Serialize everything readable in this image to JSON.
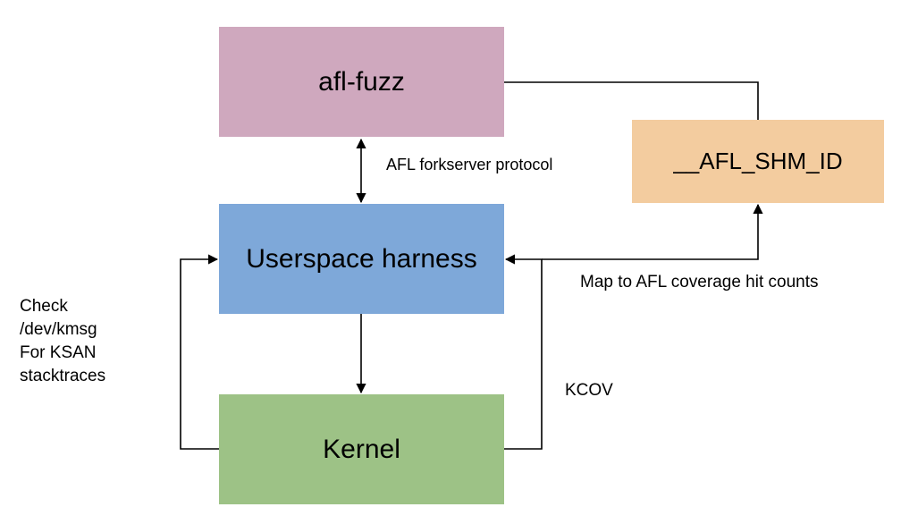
{
  "colors": {
    "afl_fuzz": "#cfa8be",
    "afl_shm_id": "#f3cc9f",
    "userspace_harness": "#7ea8d9",
    "kernel": "#9dc286",
    "line": "#000000"
  },
  "boxes": {
    "afl_fuzz": "afl-fuzz",
    "afl_shm_id": "__AFL_SHM_ID",
    "userspace_harness": "Userspace harness",
    "kernel": "Kernel"
  },
  "labels": {
    "forkserver": "AFL forkserver protocol",
    "map": "Map to AFL coverage hit counts",
    "kcov": "KCOV",
    "check_lines": [
      "Check",
      "/dev/kmsg",
      "For KSAN",
      "stacktraces"
    ]
  }
}
